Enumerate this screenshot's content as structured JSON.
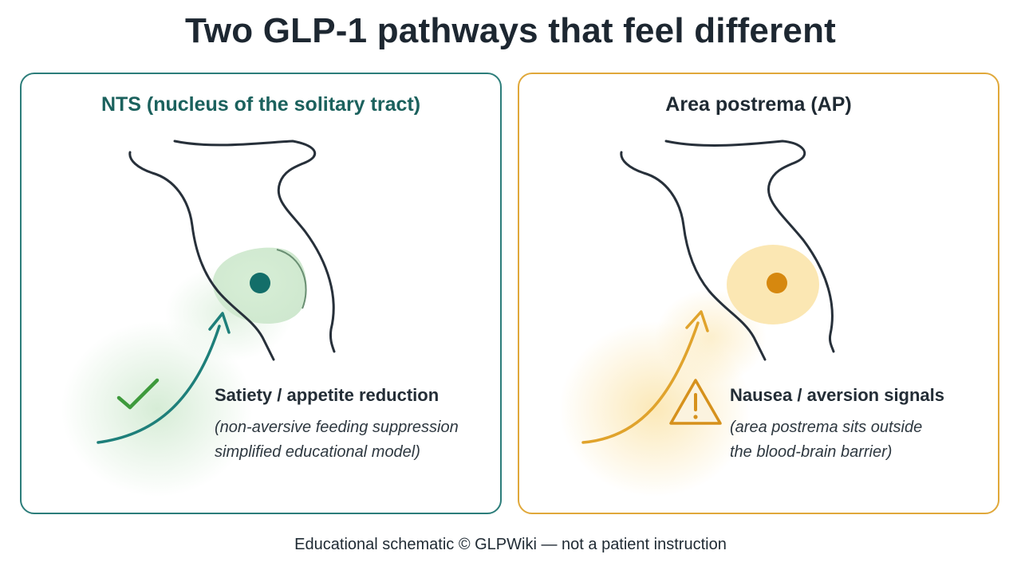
{
  "title": "Two GLP-1 pathways that feel different",
  "panels": [
    {
      "heading": "NTS (nucleus of the solitary tract)",
      "effect": "Satiety / appetite reduction",
      "note_lines": [
        "(non-aversive feeding suppression",
        "simplified educational model)"
      ],
      "icon": "check-mark-icon",
      "accent_color": "#2c7d7a",
      "icon_color": "#3e9a3c"
    },
    {
      "heading": "Area postrema (AP)",
      "effect": "Nausea / aversion signals",
      "note_lines": [
        "(area postrema sits outside",
        "the blood-brain barrier)"
      ],
      "icon": "warning-triangle-icon",
      "accent_color": "#e0a83a",
      "icon_color": "#d6911c"
    }
  ],
  "footer": "Educational schematic © GLPWiki — not a patient instruction"
}
